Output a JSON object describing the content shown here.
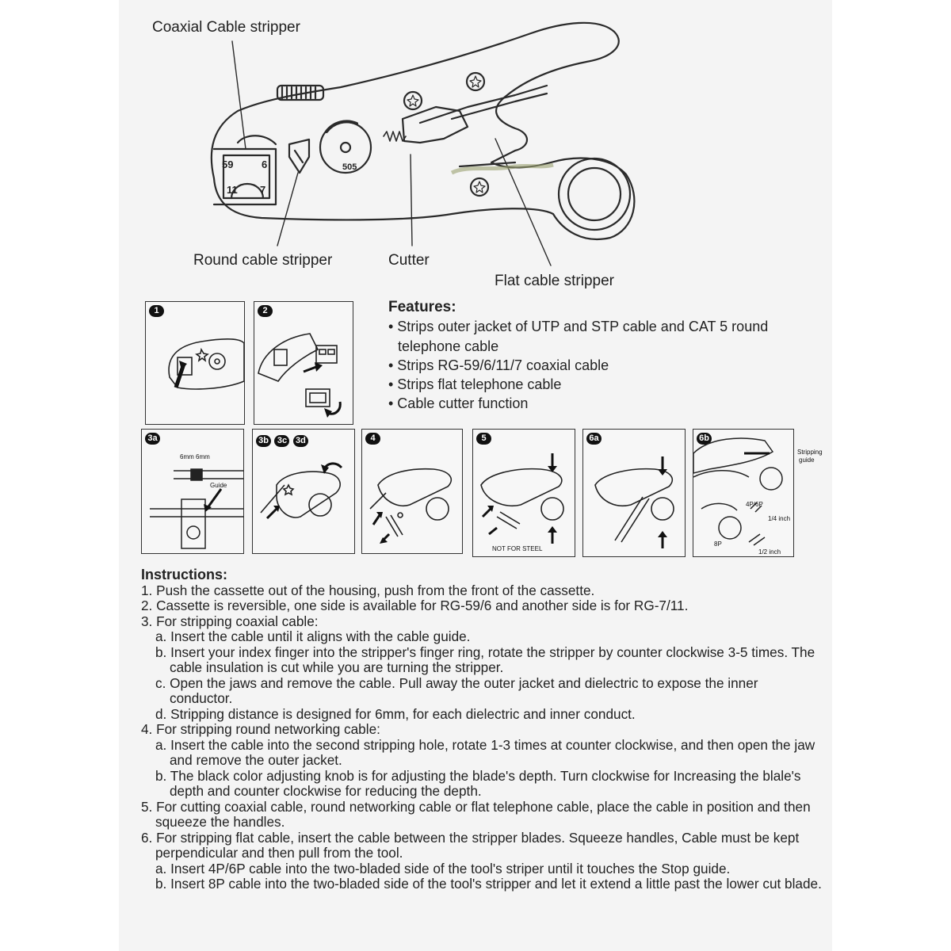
{
  "diagram": {
    "labels": {
      "coaxial": "Coaxial Cable stripper",
      "round": "Round cable stripper",
      "cutter": "Cutter",
      "flat": "Flat cable stripper"
    },
    "cassette_marks": {
      "top_left": "59",
      "top_right": "6",
      "bottom_left": "11",
      "bottom_right": "7",
      "dial": "505"
    }
  },
  "steps": {
    "s1": "1",
    "s2": "2",
    "s3a": "3a",
    "s3b": "3b",
    "s3c": "3c",
    "s3d": "3d",
    "s4": "4",
    "s5": "5",
    "s6a": "6a",
    "s6b": "6b"
  },
  "panel_text": {
    "mm": "6mm 6mm",
    "guide": "Guide",
    "not_for_steel": "NOT FOR STEEL",
    "stripping_guide_1": "Stripping",
    "stripping_guide_2": "guide",
    "p4_6": "4P/6P",
    "p8": "8P",
    "quarter_inch": "1/4 inch",
    "half_inch": "1/2 inch"
  },
  "features": {
    "title": "Features:",
    "items": [
      "• Strips outer jacket of UTP and STP cable and CAT 5 round telephone cable",
      "• Strips RG-59/6/11/7 coaxial cable",
      "• Strips flat telephone cable",
      "• Cable cutter function"
    ]
  },
  "instructions": {
    "title": "Instructions:",
    "lines": [
      {
        "level": "step",
        "text": "1. Push the cassette out of the housing, push from the front of the cassette."
      },
      {
        "level": "step",
        "text": "2. Cassette is reversible, one side is available for RG-59/6 and another side is for RG-7/11."
      },
      {
        "level": "step",
        "text": "3. For stripping coaxial cable:"
      },
      {
        "level": "sub",
        "text": "a. Insert the cable until it aligns with the cable guide."
      },
      {
        "level": "sub",
        "text": "b. Insert your index finger into the stripper's finger ring, rotate the stripper by counter clockwise 3-5 times. The cable insulation is cut while you are turning the stripper."
      },
      {
        "level": "sub",
        "text": "c. Open the jaws and remove the cable. Pull away the outer jacket and dielectric to expose the inner conductor."
      },
      {
        "level": "sub",
        "text": "d. Stripping distance is designed for 6mm, for each dielectric and inner conduct."
      },
      {
        "level": "step",
        "text": "4. For stripping round networking cable:"
      },
      {
        "level": "sub",
        "text": "a. Insert the cable into the second stripping hole, rotate 1-3 times at counter clockwise, and then open the jaw and remove the outer jacket."
      },
      {
        "level": "sub",
        "text": "b. The black color adjusting knob is for adjusting the blade's depth. Turn clockwise for Increasing the blale's depth and counter clockwise for reducing the depth."
      },
      {
        "level": "step",
        "text": "5. For cutting coaxial cable, round networking cable or flat telephone cable, place the cable in position and then squeeze the handles."
      },
      {
        "level": "step",
        "text": "6. For stripping flat cable, insert the cable between the stripper blades. Squeeze handles, Cable must be kept perpendicular and then pull from the tool."
      },
      {
        "level": "sub",
        "text": "a. Insert 4P/6P cable into the two-bladed side of the tool's striper until it touches the Stop guide."
      },
      {
        "level": "sub",
        "text": "b. Insert 8P cable into the two-bladed side of the tool's stripper and let it extend a little past the lower cut blade."
      }
    ]
  }
}
